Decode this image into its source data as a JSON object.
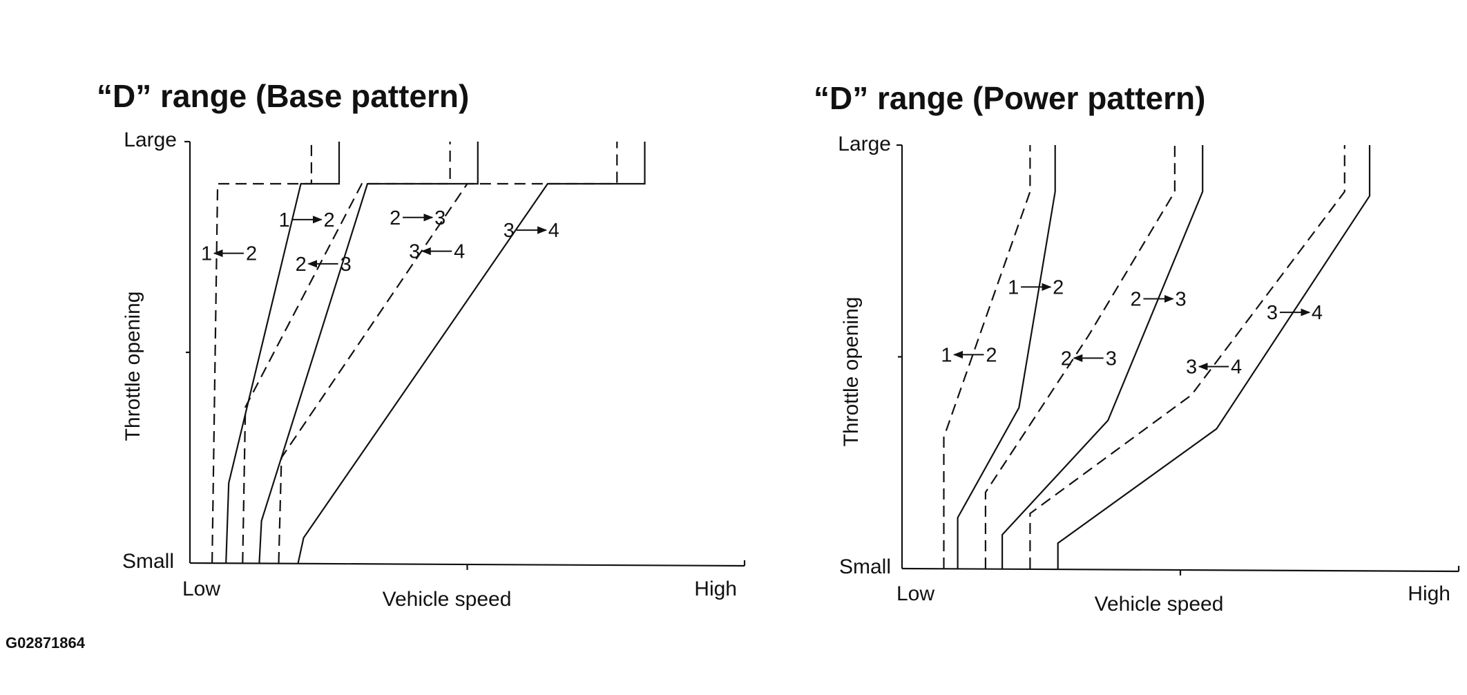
{
  "figure_id": "G02871864",
  "chart_data": [
    {
      "type": "line",
      "title": "“D” range (Base pattern)",
      "xlabel": "Vehicle speed",
      "ylabel": "Throttle opening",
      "x_ticks": [
        "Low",
        "High"
      ],
      "y_ticks": [
        "Small",
        "Large"
      ],
      "xlim": [
        0,
        1
      ],
      "ylim": [
        0,
        1
      ],
      "grid": false,
      "series": [
        {
          "label_from": "1",
          "label_to": "2",
          "upshift": false,
          "points": [
            [
              0.04,
              0
            ],
            [
              0.05,
              0.9
            ],
            [
              0.219,
              0.9
            ],
            [
              0.219,
              1.0
            ]
          ]
        },
        {
          "label_from": "1",
          "label_to": "2",
          "upshift": true,
          "points": [
            [
              0.065,
              0
            ],
            [
              0.07,
              0.19
            ],
            [
              0.2,
              0.9
            ],
            [
              0.269,
              0.9
            ],
            [
              0.269,
              1.0
            ]
          ]
        },
        {
          "label_from": "2",
          "label_to": "3",
          "upshift": false,
          "points": [
            [
              0.095,
              0
            ],
            [
              0.1,
              0.37
            ],
            [
              0.31,
              0.9
            ],
            [
              0.469,
              0.9
            ],
            [
              0.469,
              1.0
            ]
          ]
        },
        {
          "label_from": "2",
          "label_to": "3",
          "upshift": true,
          "points": [
            [
              0.125,
              0
            ],
            [
              0.129,
              0.1
            ],
            [
              0.32,
              0.9
            ],
            [
              0.519,
              0.9
            ],
            [
              0.519,
              1.0
            ]
          ]
        },
        {
          "label_from": "3",
          "label_to": "4",
          "upshift": false,
          "points": [
            [
              0.16,
              0
            ],
            [
              0.165,
              0.25
            ],
            [
              0.5,
              0.9
            ],
            [
              0.77,
              0.9
            ],
            [
              0.77,
              1.0
            ]
          ]
        },
        {
          "label_from": "3",
          "label_to": "4",
          "upshift": true,
          "points": [
            [
              0.195,
              0
            ],
            [
              0.205,
              0.06
            ],
            [
              0.645,
              0.9
            ],
            [
              0.82,
              0.9
            ],
            [
              0.82,
              1.0
            ]
          ]
        }
      ],
      "annotations": [
        {
          "text": "1←2",
          "x": 0.02,
          "y": 0.735
        },
        {
          "text": "1→2",
          "x": 0.16,
          "y": 0.815
        },
        {
          "text": "2←3",
          "x": 0.19,
          "y": 0.71
        },
        {
          "text": "2→3",
          "x": 0.36,
          "y": 0.82
        },
        {
          "text": "3←4",
          "x": 0.395,
          "y": 0.74
        },
        {
          "text": "3→4",
          "x": 0.565,
          "y": 0.79
        }
      ]
    },
    {
      "type": "line",
      "title": "“D” range (Power pattern)",
      "xlabel": "Vehicle speed",
      "ylabel": "Throttle opening",
      "x_ticks": [
        "Low",
        "High"
      ],
      "y_ticks": [
        "Small",
        "Large"
      ],
      "xlim": [
        0,
        1
      ],
      "ylim": [
        0,
        1
      ],
      "grid": false,
      "series": [
        {
          "label_from": "1",
          "label_to": "2",
          "upshift": false,
          "points": [
            [
              0.075,
              0
            ],
            [
              0.075,
              0.31
            ],
            [
              0.23,
              0.89
            ],
            [
              0.23,
              1.0
            ]
          ]
        },
        {
          "label_from": "1",
          "label_to": "2",
          "upshift": true,
          "points": [
            [
              0.1,
              0
            ],
            [
              0.1,
              0.12
            ],
            [
              0.21,
              0.38
            ],
            [
              0.275,
              0.89
            ],
            [
              0.275,
              1.0
            ]
          ]
        },
        {
          "label_from": "2",
          "label_to": "3",
          "upshift": false,
          "points": [
            [
              0.15,
              0
            ],
            [
              0.15,
              0.18
            ],
            [
              0.335,
              0.55
            ],
            [
              0.49,
              0.89
            ],
            [
              0.49,
              1.0
            ]
          ]
        },
        {
          "label_from": "2",
          "label_to": "3",
          "upshift": true,
          "points": [
            [
              0.18,
              0
            ],
            [
              0.18,
              0.08
            ],
            [
              0.37,
              0.35
            ],
            [
              0.54,
              0.89
            ],
            [
              0.54,
              1.0
            ]
          ]
        },
        {
          "label_from": "3",
          "label_to": "4",
          "upshift": false,
          "points": [
            [
              0.23,
              0
            ],
            [
              0.23,
              0.13
            ],
            [
              0.52,
              0.41
            ],
            [
              0.795,
              0.89
            ],
            [
              0.795,
              1.0
            ]
          ]
        },
        {
          "label_from": "3",
          "label_to": "4",
          "upshift": true,
          "points": [
            [
              0.28,
              0
            ],
            [
              0.28,
              0.06
            ],
            [
              0.565,
              0.33
            ],
            [
              0.84,
              0.88
            ],
            [
              0.84,
              1.0
            ]
          ]
        }
      ],
      "annotations": [
        {
          "text": "1→2",
          "x": 0.19,
          "y": 0.665
        },
        {
          "text": "1←2",
          "x": 0.07,
          "y": 0.505
        },
        {
          "text": "2→3",
          "x": 0.41,
          "y": 0.637
        },
        {
          "text": "2←3",
          "x": 0.285,
          "y": 0.497
        },
        {
          "text": "3→4",
          "x": 0.655,
          "y": 0.605
        },
        {
          "text": "3←4",
          "x": 0.51,
          "y": 0.477
        }
      ]
    }
  ]
}
